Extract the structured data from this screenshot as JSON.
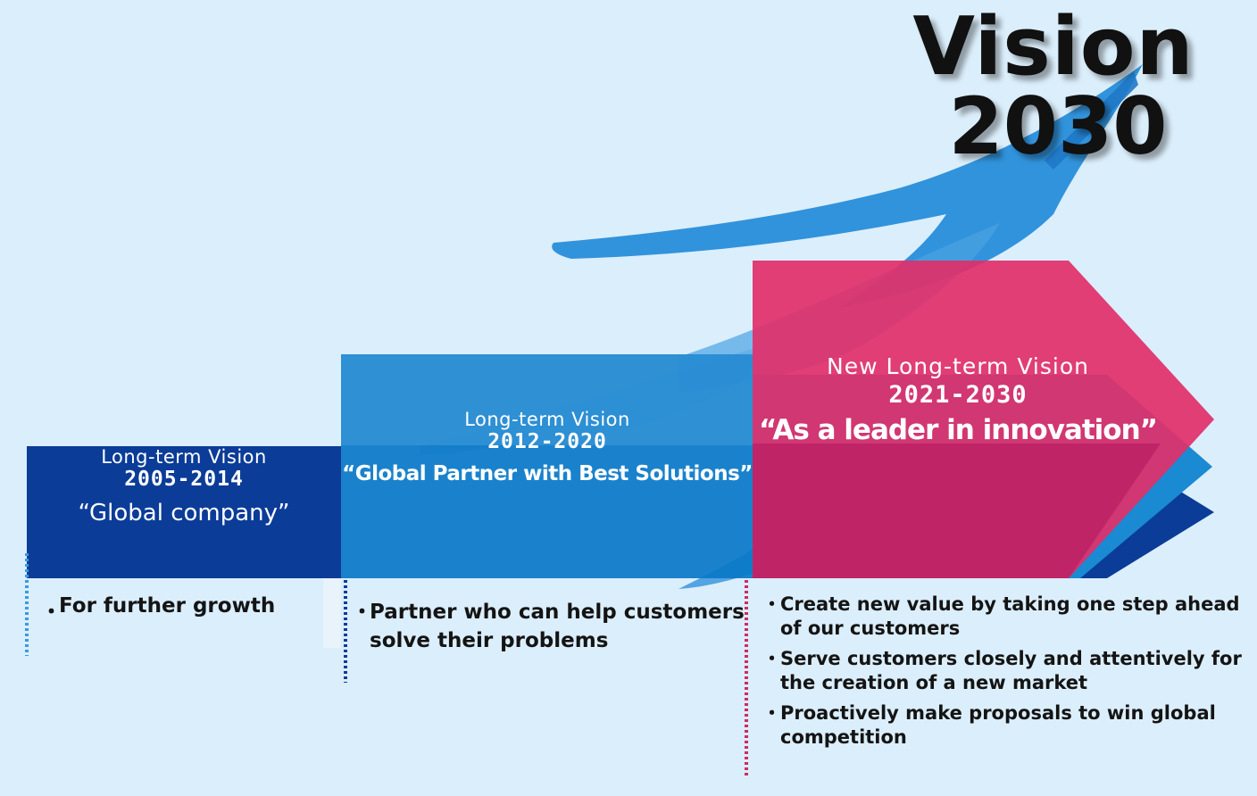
{
  "title": {
    "line1": "Vision",
    "line2": "2030"
  },
  "visions": [
    {
      "label": "Long-term Vision",
      "years": "2005-2014",
      "slogan": "“Global company”",
      "color": "#0b3c98",
      "bullets": [
        "For further growth"
      ]
    },
    {
      "label": "Long-term Vision",
      "years": "2012-2020",
      "slogan": "“Global Partner with Best Solutions”",
      "color": "#0a78c8",
      "bullets": [
        "Partner who can help customers solve their problems"
      ]
    },
    {
      "label": "New  Long-term  Vision",
      "years": "2021-2030",
      "slogan": "“As a leader in innovation”",
      "color": "#e0306a",
      "bullets": [
        "Create new value  by taking one step  ahead of our customers",
        "Serve customers closely and attentively for the creation of a new market",
        "Proactively make proposals to win global competition"
      ]
    }
  ],
  "bullet_symbol": "・",
  "colors": {
    "background": "#dbeefb",
    "dark_blue": "#0b3c98",
    "mid_blue": "#0a78c8",
    "magenta": "#e0306a",
    "brush_blue": "#1e88d8"
  }
}
